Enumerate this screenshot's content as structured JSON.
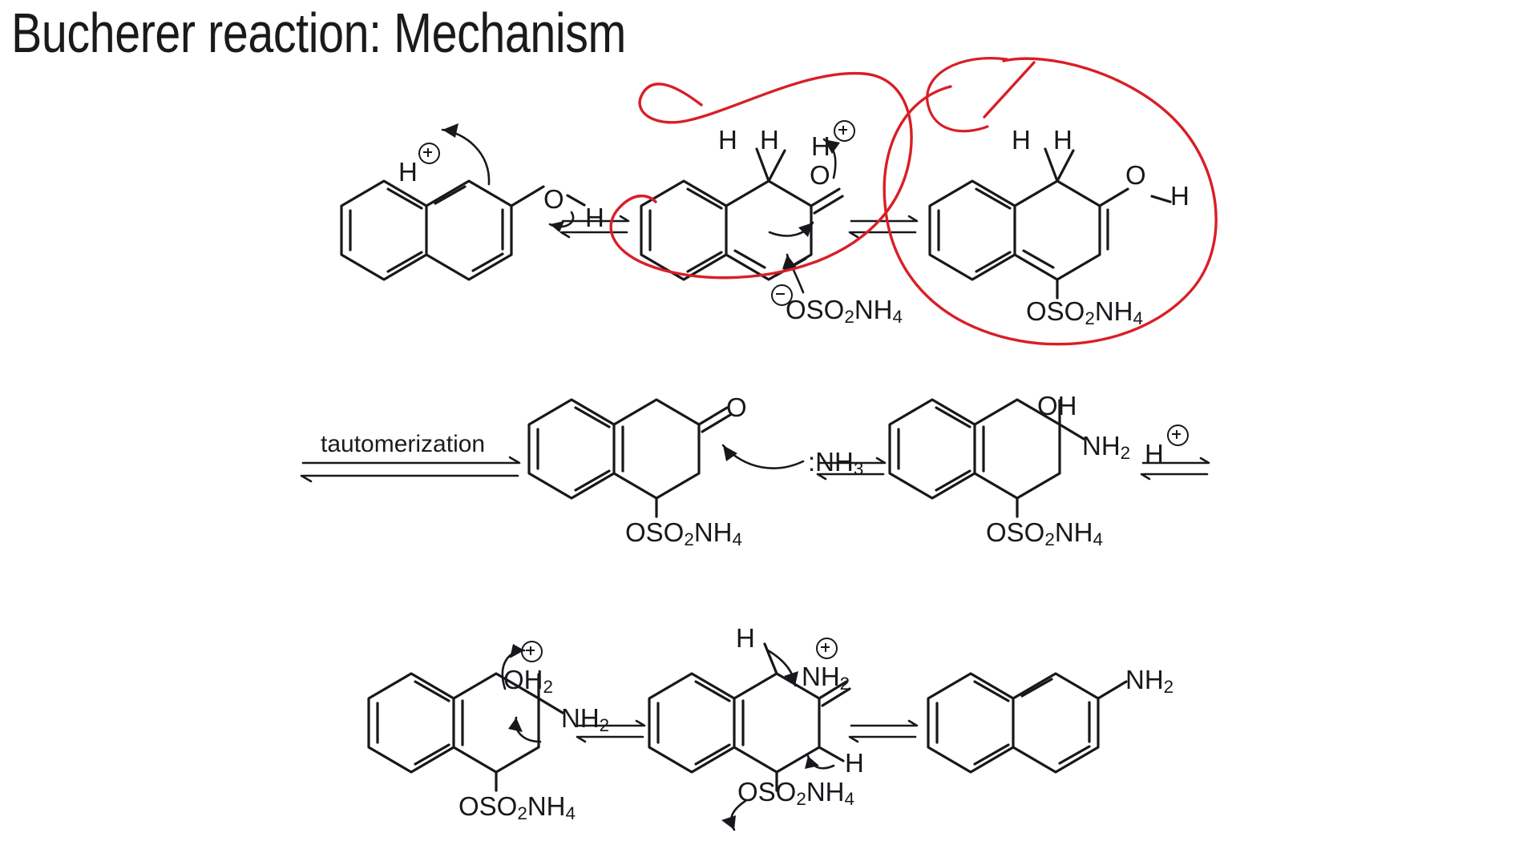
{
  "slide": {
    "title": "Bucherer reaction: Mechanism",
    "background_color": "#ffffff",
    "ink_color": "#17181c",
    "annotation_color": "#d81f26"
  },
  "labels": {
    "proton": "H",
    "oxygen": "O",
    "hydrogen": "H",
    "hydroxyl": "OH",
    "amine": "NH",
    "ammonia": ":NH",
    "sulfamate": "OSO",
    "tautomerization": "tautomerization"
  },
  "row1": {
    "name": "protonation-and-sulfonate-addition",
    "species": [
      {
        "name": "2-naphthol",
        "labels": [
          "H",
          "O",
          "H"
        ],
        "charges": [
          "plus"
        ]
      },
      {
        "name": "protonated-keto-tautomer",
        "labels": [
          "H",
          "H",
          "H",
          "O"
        ],
        "charges": [
          "plus"
        ],
        "counterion": "OSO2NH4",
        "counterion_charge": "minus"
      },
      {
        "name": "enol-sulfamate-adduct",
        "labels": [
          "H",
          "H",
          "O",
          "H"
        ],
        "substituent": "OSO2NH4"
      }
    ],
    "arrows": [
      "equilibrium",
      "equilibrium"
    ],
    "anion_label": "OSO",
    "anion_sub1": "2",
    "anion_label2": "NH",
    "anion_sub2": "4"
  },
  "row2": {
    "name": "tautomerization-and-ammonia-attack",
    "reagent_label": "tautomerization",
    "species": [
      {
        "name": "tetralone-sulfamate",
        "labels": [
          "O"
        ],
        "substituent": "OSO2NH4",
        "nucleophile": ":NH3"
      },
      {
        "name": "carbinolamine",
        "labels": [
          "OH",
          "NH2"
        ],
        "substituent": "OSO2NH4"
      }
    ],
    "arrows": [
      "equilibrium",
      "equilibrium",
      "equilibrium"
    ],
    "acid_label": "H",
    "acid_charge": "plus"
  },
  "row3": {
    "name": "dehydration-and-aromatization",
    "species": [
      {
        "name": "oxonium-amine-intermediate",
        "labels": [
          "OH2",
          "NH2"
        ],
        "charges": [
          "plus"
        ],
        "substituent": "OSO2NH4"
      },
      {
        "name": "iminium-intermediate",
        "labels": [
          "H",
          "NH2",
          "H"
        ],
        "charges": [
          "plus"
        ],
        "substituent": "OSO2NH4"
      },
      {
        "name": "2-naphthylamine",
        "labels": [
          "NH2"
        ]
      }
    ],
    "arrows": [
      "equilibrium",
      "equilibrium"
    ]
  },
  "annotations": [
    {
      "name": "red-loop-left",
      "color": "#d81f26"
    },
    {
      "name": "red-loop-right",
      "color": "#d81f26"
    },
    {
      "name": "red-slash",
      "color": "#d81f26"
    }
  ]
}
